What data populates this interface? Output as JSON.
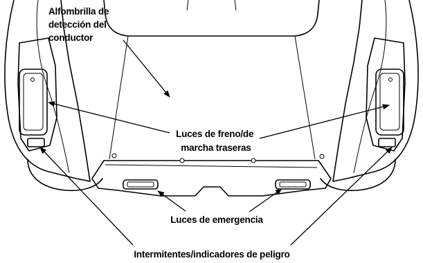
{
  "callouts": {
    "driver_mat": [
      "Alfombrilla de",
      "detección del",
      "conductor"
    ],
    "brake_lights": [
      "Luces de freno/de",
      "marcha traseras"
    ],
    "emergency_lights": "Luces de emergencia",
    "turn_signals": "Intermitentes/indicadores de peligro"
  },
  "colors": {
    "line": "#000000",
    "background": "#ffffff"
  }
}
